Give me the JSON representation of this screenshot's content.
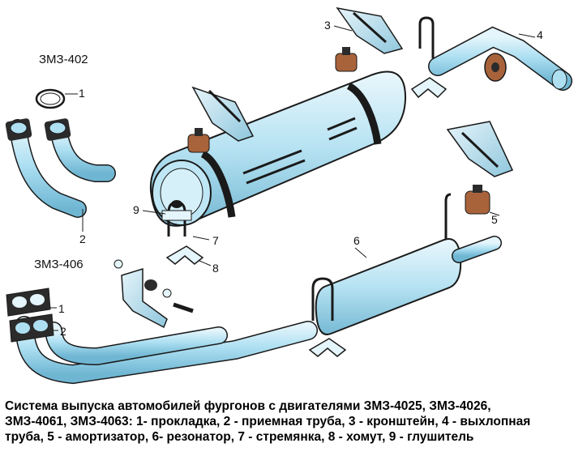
{
  "engines": {
    "upper": "ЗМЗ-402",
    "lower": "ЗМЗ-406"
  },
  "callouts": [
    {
      "id": "c-1-upper",
      "text": "1"
    },
    {
      "id": "c-2-upper",
      "text": "2"
    },
    {
      "id": "c-3",
      "text": "3"
    },
    {
      "id": "c-4",
      "text": "4"
    },
    {
      "id": "c-5",
      "text": "5"
    },
    {
      "id": "c-6",
      "text": "6"
    },
    {
      "id": "c-7",
      "text": "7"
    },
    {
      "id": "c-8",
      "text": "8"
    },
    {
      "id": "c-9",
      "text": "9"
    },
    {
      "id": "c-1-lower",
      "text": "1"
    },
    {
      "id": "c-2-lower",
      "text": "2"
    }
  ],
  "caption": {
    "line1": "Система выпуска автомобилей фургонов с двигателями ЗМЗ-4025, ЗМЗ-4026,",
    "line2": "ЗМЗ-4061, ЗМЗ-4063: 1- прокладка, 2 - приемная труба, 3 - кронштейн, 4 - выхлопная",
    "line3": "труба, 5 - амортизатор, 6- резонатор, 7 - стремянка, 8 - хомут, 9 - глушитель"
  },
  "colors": {
    "pipe": "#aee0f2",
    "pipe_shade": "#6fb6d3",
    "rubber": "#a9633b",
    "outline": "#1a1a1a",
    "flange": "#2b2b2b"
  }
}
